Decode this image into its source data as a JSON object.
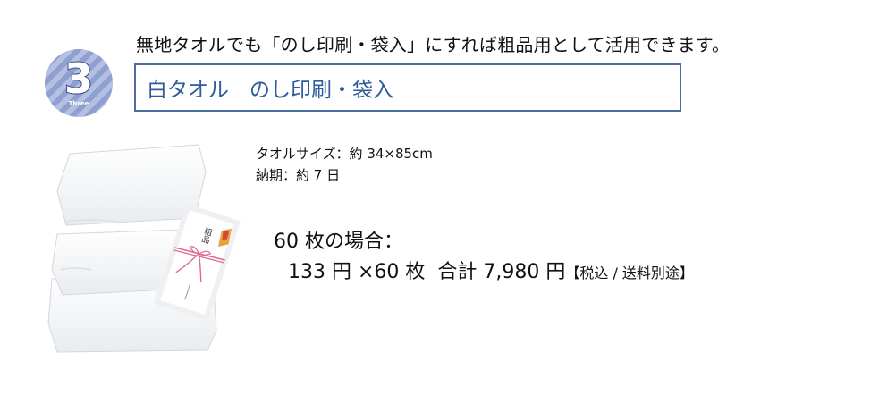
{
  "badge": {
    "number": "3",
    "word": "Three"
  },
  "headline": "無地タオルでも「のし印刷・袋入」にすれば粗品用として活用できます。",
  "title": "白タオル　のし印刷・袋入",
  "noshi_label": "粗品",
  "specs": {
    "size": "タオルサイズ：約 34×85cm",
    "delivery": "納期：約 7 日"
  },
  "pricing": {
    "case_label": "60 枚の場合：",
    "formula": "133 円 ×60 枚  合計 7,980 円",
    "note": "【税込 / 送料別途】"
  },
  "colors": {
    "title_blue": "#2e5b9a",
    "border_blue": "#4a6fa0",
    "badge_outline": "#3a4a8a",
    "ribbon_pink": "#e06a8a"
  }
}
